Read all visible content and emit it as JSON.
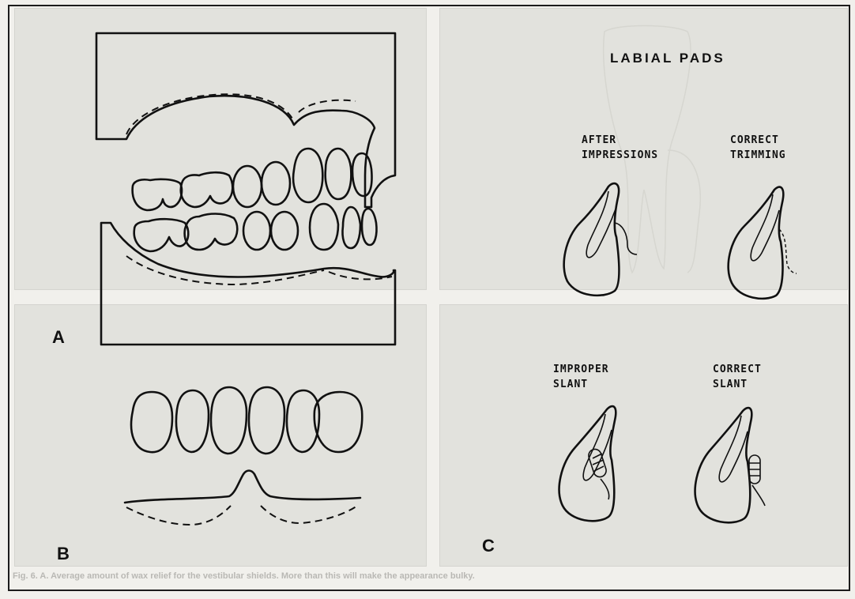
{
  "panel_labels": {
    "a": "A",
    "b": "B",
    "c": "C"
  },
  "labial": {
    "title": "LABIAL PADS",
    "after_1": "AFTER",
    "after_2": "IMPRESSIONS",
    "correct_trim_1": "CORRECT",
    "correct_trim_2": "TRIMMING",
    "improper_1": "IMPROPER",
    "improper_2": "SLANT",
    "correct_slant_1": "CORRECT",
    "correct_slant_2": "SLANT"
  },
  "caption": "Fig. 6. A. Average amount of wax relief for the vestibular shields. More than this will make the appearance bulky."
}
